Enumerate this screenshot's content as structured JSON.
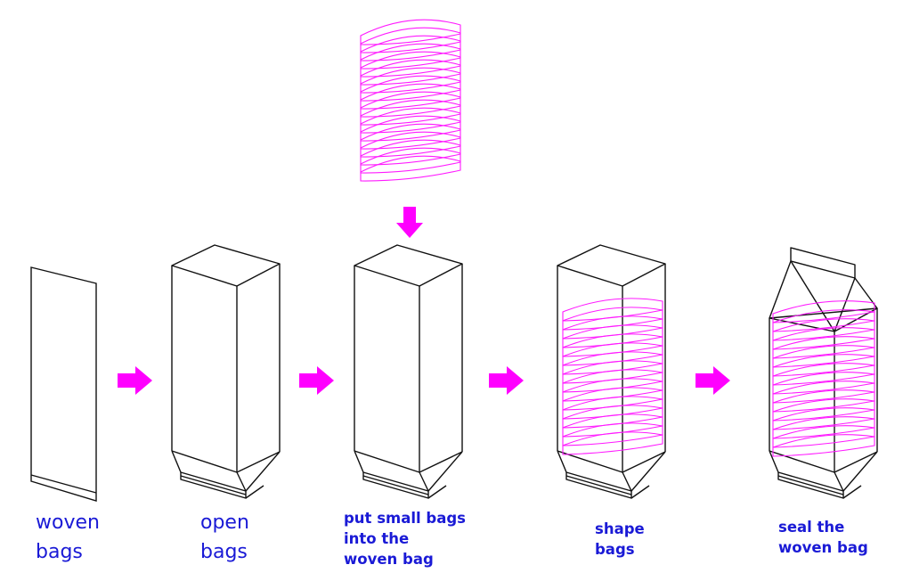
{
  "colors": {
    "outline": "#111111",
    "small_bags": "#ff1aff",
    "arrow": "#ff00ff",
    "label": "#1a1ad6",
    "background": "#ffffff"
  },
  "steps": [
    {
      "id": "woven-bags",
      "lines": [
        "woven",
        "bags"
      ]
    },
    {
      "id": "open-bags",
      "lines": [
        "open",
        "bags"
      ]
    },
    {
      "id": "put-small-bags",
      "lines": [
        "put small bags",
        "into the",
        "woven bag"
      ]
    },
    {
      "id": "shape-bags",
      "lines": [
        "shape",
        "bags"
      ]
    },
    {
      "id": "seal-woven-bag",
      "lines": [
        "seal the",
        "woven bag"
      ]
    }
  ]
}
